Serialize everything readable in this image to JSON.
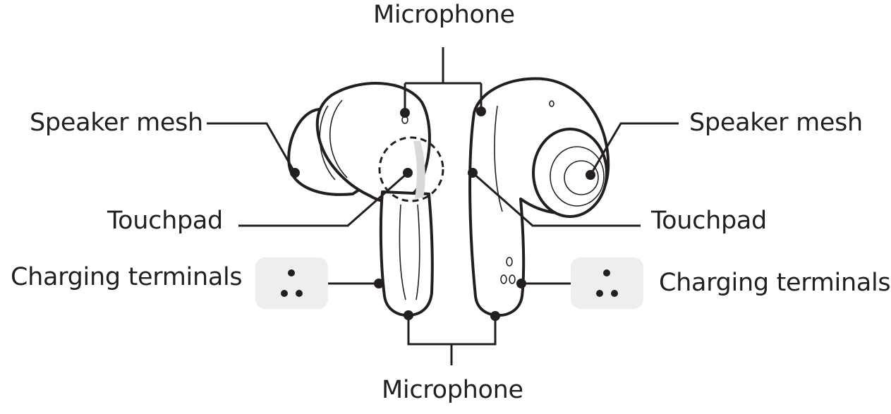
{
  "labels": {
    "mic_top": "Microphone",
    "mic_bottom": "Microphone",
    "speaker_left": "Speaker mesh",
    "speaker_right": "Speaker mesh",
    "touch_left": "Touchpad",
    "touch_right": "Touchpad",
    "charge_left": "Charging terminals",
    "charge_right": "Charging terminals"
  },
  "colors": {
    "line": "#231f20",
    "terminal_pad": "#eeeeee",
    "touch_shade": "#d9d9d9"
  }
}
